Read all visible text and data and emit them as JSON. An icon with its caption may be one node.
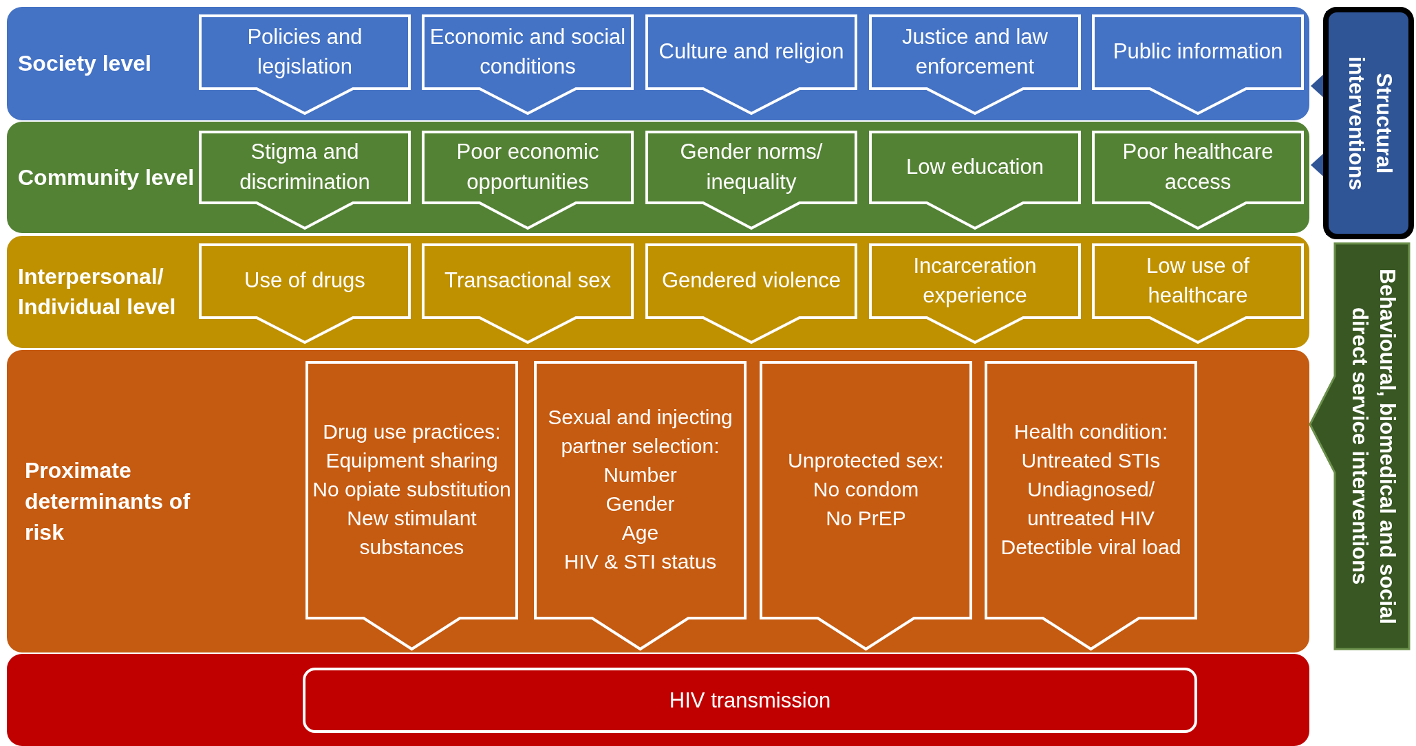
{
  "diagram": {
    "nodes": [
      {
        "text": [
          "Society level"
        ]
      },
      {
        "text": [
          "Policies and legislation"
        ],
        "in": 0
      },
      {
        "text": [
          "Economic and social conditions"
        ],
        "in": 0
      },
      {
        "text": [
          "Culture and religion"
        ],
        "in": 0
      },
      {
        "text": [
          "Justice and law enforcement"
        ],
        "in": 0
      },
      {
        "text": [
          "Public information"
        ],
        "in": 0
      },
      {
        "text": [
          "Community level"
        ]
      },
      {
        "text": [
          "Stigma and discrimination"
        ],
        "in": 6
      },
      {
        "text": [
          "Poor economic opportunities"
        ],
        "in": 6
      },
      {
        "text": [
          "Gender norms/ inequality"
        ],
        "in": 6
      },
      {
        "text": [
          "Low education"
        ],
        "in": 6
      },
      {
        "text": [
          "Poor healthcare access"
        ],
        "in": 6
      },
      {
        "text": [
          "Interpersonal/ Individual level"
        ]
      },
      {
        "text": [
          "Use of drugs"
        ],
        "in": 12
      },
      {
        "text": [
          "Transactional sex"
        ],
        "in": 12
      },
      {
        "text": [
          "Gendered violence"
        ],
        "in": 12
      },
      {
        "text": [
          "Incarceration experience"
        ],
        "in": 12
      },
      {
        "text": [
          "Low use of healthcare"
        ],
        "in": 12
      },
      {
        "text": [
          "Proximate determinants of risk"
        ]
      },
      {
        "text": [
          "Drug use practices:",
          "Equipment sharing",
          "No opiate substitution",
          "New stimulant substances"
        ],
        "in": 18
      },
      {
        "text": [
          "Sexual and injecting partner selection:",
          "Number",
          "Gender",
          "Age",
          "HIV & STI status"
        ],
        "in": 18
      },
      {
        "text": [
          "Unprotected sex:",
          "No condom",
          "No PrEP"
        ],
        "in": 18
      },
      {
        "text": [
          "Health condition:",
          "Untreated STIs",
          "Undiagnosed/ untreated HIV",
          "Detectible viral load"
        ],
        "in": 18
      },
      {
        "text": [],
        "shape": "box"
      },
      {
        "text": [
          "HIV transmission"
        ],
        "in": 23
      },
      {
        "text": [
          "Structural interventions"
        ]
      },
      {
        "text": [
          "Behavioural, biomedical and social direct service interventions"
        ]
      }
    ]
  }
}
